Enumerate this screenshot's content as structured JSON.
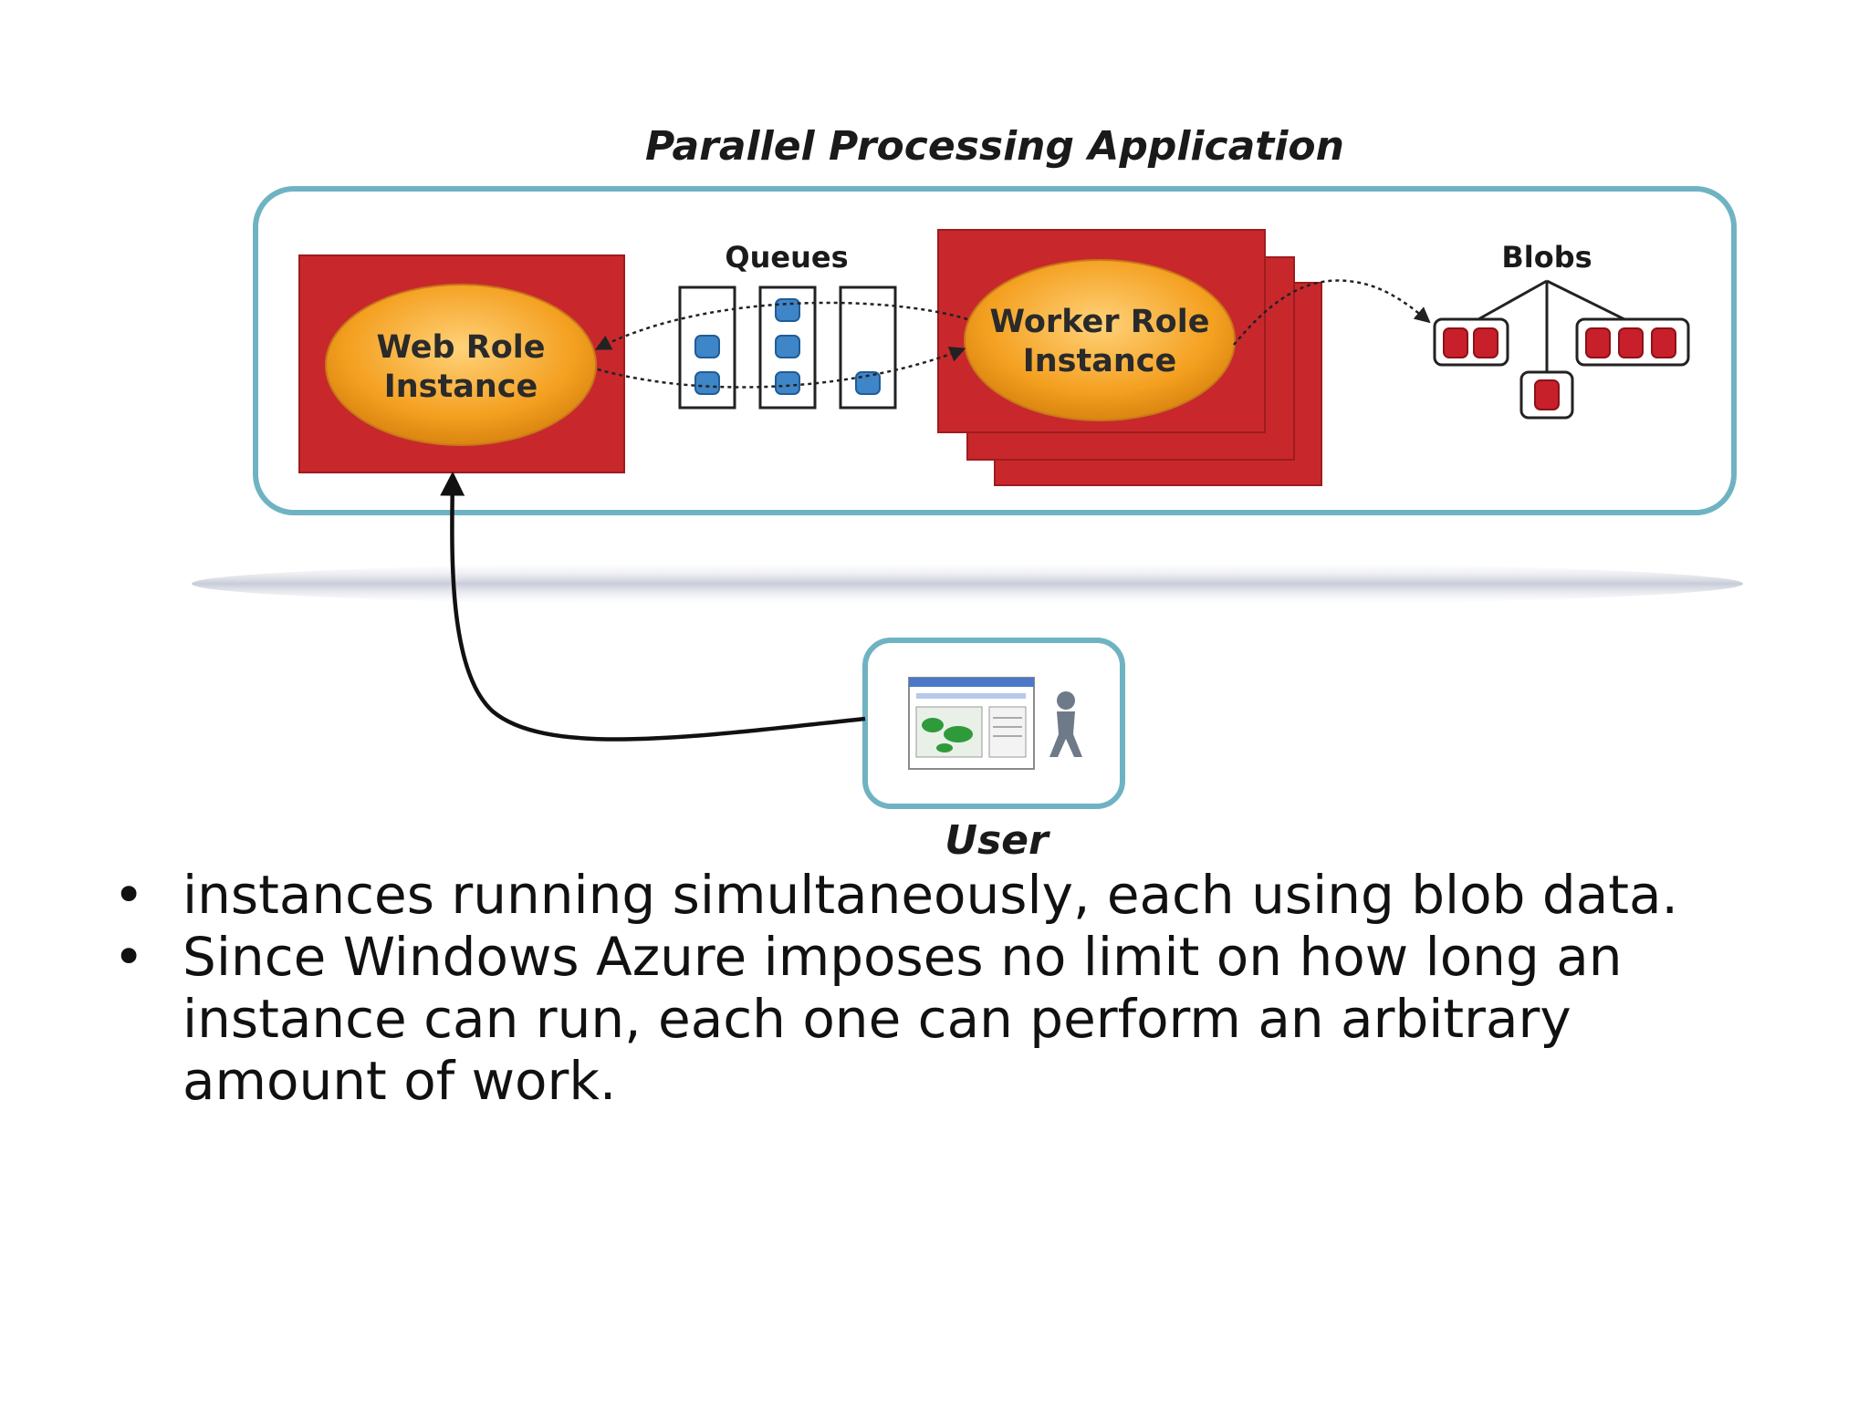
{
  "diagram": {
    "title": "Parallel Processing Application",
    "queues_label": "Queues",
    "blobs_label": "Blobs",
    "web_role": {
      "line1": "Web Role",
      "line2": "Instance"
    },
    "worker_role": {
      "line1": "Worker Role",
      "line2": "Instance"
    },
    "user_label": "User"
  },
  "bullets": [
    {
      "mark": "•",
      "text": "instances running simultaneously, each using blob data."
    },
    {
      "mark": "•",
      "text": "Since Windows Azure imposes no limit on how long an instance can run, each one can perform an arbitrary amount of work."
    }
  ],
  "colors": {
    "frame": "#6fb3c3",
    "role_box": "#c8282b",
    "oval": "#f4a020",
    "queue_item": "#3f86c8",
    "blob_item": "#c7202a"
  }
}
